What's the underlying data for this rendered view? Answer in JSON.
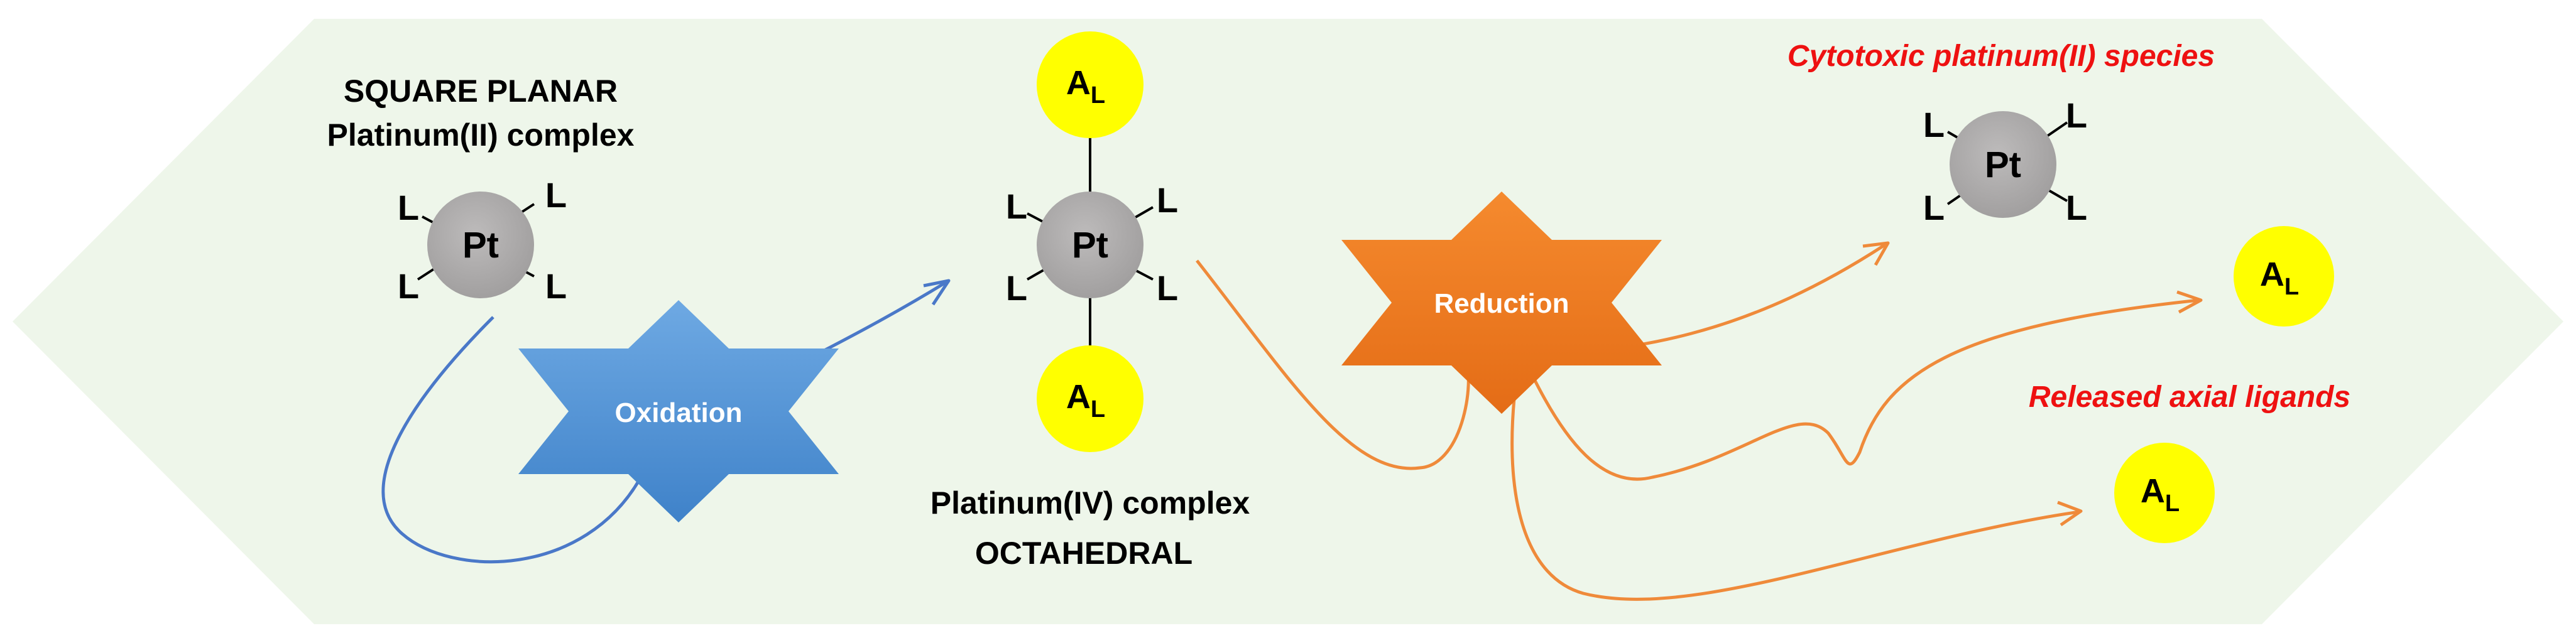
{
  "title_left_line1": "SQUARE PLANAR",
  "title_left_line2": "Platinum(II) complex",
  "title_middle_line1": "Platinum(IV) complex",
  "title_middle_line2": "OCTAHEDRAL",
  "title_cytotoxic": "Cytotoxic platinum(II) species",
  "title_released": "Released axial ligands",
  "oxidation_label": "Oxidation",
  "reduction_label": "Reduction",
  "pt_symbol": "Pt",
  "ligand_symbol": "L",
  "axial_main": "A",
  "axial_sub": "L",
  "colors": {
    "background": "#eef6ea",
    "oxidation_star": "#4a8fd2",
    "reduction_star": "#ef7b22",
    "oxidation_arrow": "#4a78c8",
    "reduction_arrow": "#ef8a3a",
    "axial_ligand": "#ffff00",
    "platinum": "#aaa8a8",
    "highlight_text": "#ee1111"
  }
}
